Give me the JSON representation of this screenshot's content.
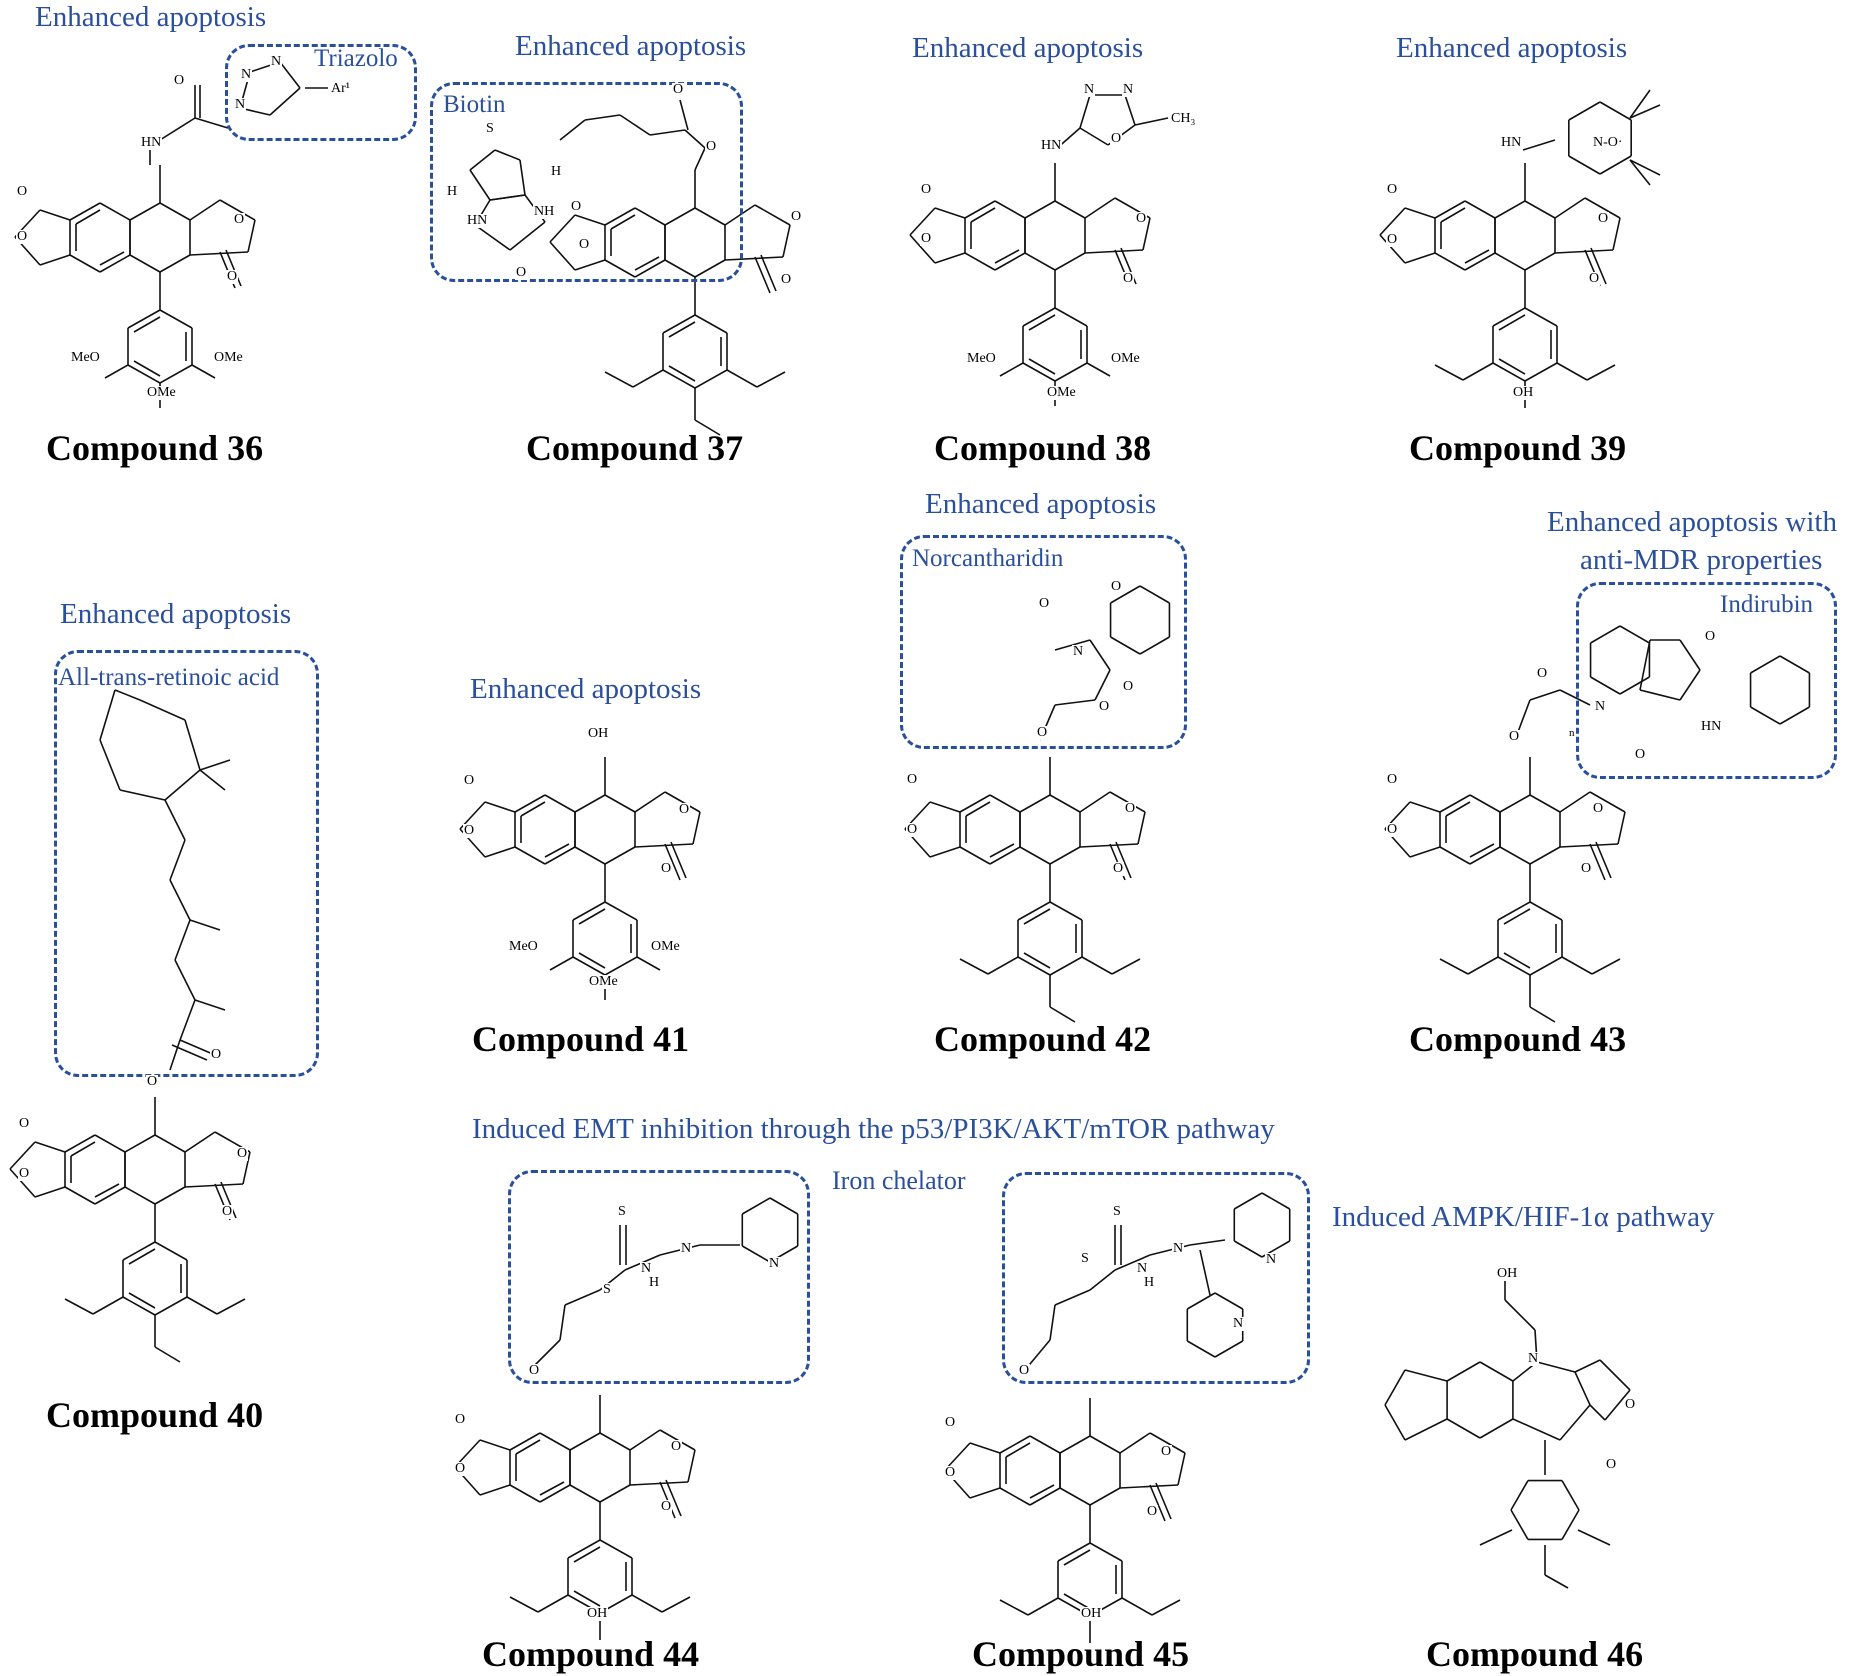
{
  "accent_color": "#2a4f9c",
  "compounds": [
    {
      "label": "Compound 36",
      "note": "Enhanced apoptosis",
      "box_label": "Triazolo",
      "atoms": [
        "N",
        "N",
        "N",
        "Ar¹",
        "O",
        "HN",
        "O",
        "O",
        "O",
        "O",
        "MeO",
        "OMe",
        "OMe"
      ]
    },
    {
      "label": "Compound 37",
      "note": "Enhanced apoptosis",
      "box_label": "Biotin",
      "atoms": [
        "S",
        "O",
        "O",
        "H",
        "H",
        "HN",
        "NH",
        "O",
        "O",
        "O",
        "O",
        "O"
      ]
    },
    {
      "label": "Compound 38",
      "note": "Enhanced apoptosis",
      "box_label": "",
      "atoms": [
        "N",
        "N",
        "O",
        "CH₃",
        "HN",
        "O",
        "O",
        "O",
        "O",
        "MeO",
        "OMe",
        "OMe"
      ]
    },
    {
      "label": "Compound 39",
      "note": "Enhanced apoptosis",
      "box_label": "",
      "atoms": [
        "HN",
        "N-O·",
        "O",
        "O",
        "O",
        "O",
        "OH"
      ]
    },
    {
      "label": "Compound 40",
      "note": "Enhanced apoptosis",
      "box_label": "All-trans-retinoic acid",
      "atoms": [
        "O",
        "O",
        "O",
        "O",
        "O",
        "O"
      ]
    },
    {
      "label": "Compound 41",
      "note": "Enhanced apoptosis",
      "box_label": "",
      "atoms": [
        "OH",
        "O",
        "O",
        "O",
        "O",
        "MeO",
        "OMe",
        "OMe"
      ]
    },
    {
      "label": "Compound 42",
      "note": "Enhanced apoptosis",
      "box_label": "Norcantharidin",
      "atoms": [
        "O",
        "O",
        "N",
        "O",
        "O",
        "O",
        "O",
        "O",
        "O",
        "O"
      ]
    },
    {
      "label": "Compound 43",
      "note": "Enhanced apoptosis with anti-MDR properties",
      "box_label": "Indirubin",
      "atoms": [
        "O",
        "O",
        "N",
        "O",
        "HN",
        "n",
        "O",
        "O",
        "O",
        "O",
        "O"
      ]
    },
    {
      "label": "Compound 44",
      "note": "",
      "box_label": "",
      "atoms": [
        "S",
        "S",
        "N",
        "H",
        "N",
        "N",
        "O",
        "O",
        "O",
        "O",
        "O",
        "OH"
      ]
    },
    {
      "label": "Compound 45",
      "note": "",
      "box_label": "",
      "atoms": [
        "S",
        "S",
        "N",
        "H",
        "N",
        "N",
        "N",
        "O",
        "O",
        "O",
        "O",
        "O",
        "OH"
      ]
    },
    {
      "label": "Compound 46",
      "note": "Induced AMPK/HIF-1α pathway",
      "box_label": "",
      "atoms": [
        "OH",
        "N",
        "O",
        "O"
      ]
    }
  ],
  "shared_notes": {
    "emt": "Induced EMT inhibition through the p53/PI3K/AKT/mTOR pathway",
    "iron": "Iron chelator"
  },
  "note_line2": "anti-MDR properties",
  "note_line1": "Enhanced apoptosis with"
}
